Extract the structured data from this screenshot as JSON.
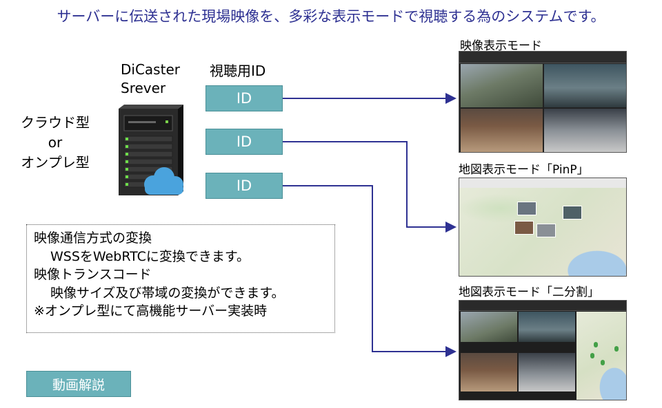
{
  "header": {
    "title": "サーバーに伝送された現場映像を、多彩な表示モードで視聴する為のシステムです。"
  },
  "server": {
    "name_line1": "DiCaster",
    "name_line2": "Srever"
  },
  "deployment": {
    "line1": "クラウド型",
    "line2": "or",
    "line3": "オンプレ型"
  },
  "ids": {
    "heading": "視聴用ID",
    "box1": "ID",
    "box2": "ID",
    "box3": "ID"
  },
  "modes": [
    {
      "caption": "映像表示モード"
    },
    {
      "caption": "地図表示モード「PinP」"
    },
    {
      "caption": "地図表示モード「二分割」"
    }
  ],
  "notes": {
    "line1": "映像通信方式の変換",
    "line2": "WSSをWebRTCに変換できます。",
    "line3": "映像トランスコード",
    "line4": "映像サイズ及び帯域の変換ができます。",
    "line5": "※オンプレ型にて高機能サーバー実装時"
  },
  "button": {
    "label": "動画解説"
  },
  "colors": {
    "title": "#2E3192",
    "id_box": "#6BB2BA",
    "arrow": "#2E3192"
  }
}
